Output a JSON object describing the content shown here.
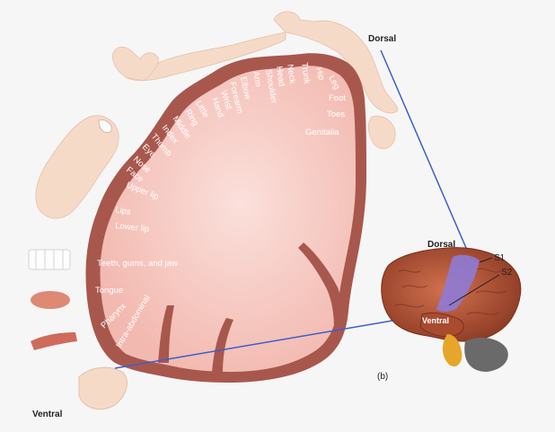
{
  "orientation": {
    "dorsal": "Dorsal",
    "ventral": "Ventral"
  },
  "inset": {
    "dorsal": "Dorsal",
    "ventral": "Ventral",
    "s1": "S1",
    "s2": "S2",
    "panel": "(b)"
  },
  "body_parts": [
    "Leg",
    "Hip",
    "Trunk",
    "Neck",
    "Head",
    "Shoulder",
    "Arm",
    "Elbow",
    "Forearm",
    "Wrist",
    "Hand",
    "Little",
    "Ring",
    "Middle",
    "Index",
    "Thumb",
    "Eye",
    "Nose",
    "Face",
    "Upper lip",
    "Lips",
    "Lower lip",
    "Teeth, gums, and jaw",
    "Tongue",
    "Pharynx",
    "Intra-abdominal",
    "Foot",
    "Toes",
    "Genitalia"
  ],
  "colors": {
    "cortex_outer": "#a8574d",
    "cortex_inner": "#f6cdc6",
    "line_blue": "#3b5fc8",
    "skin": "#f5d2bd",
    "brain": "#b9573a",
    "s1": "#8e7bd6"
  }
}
